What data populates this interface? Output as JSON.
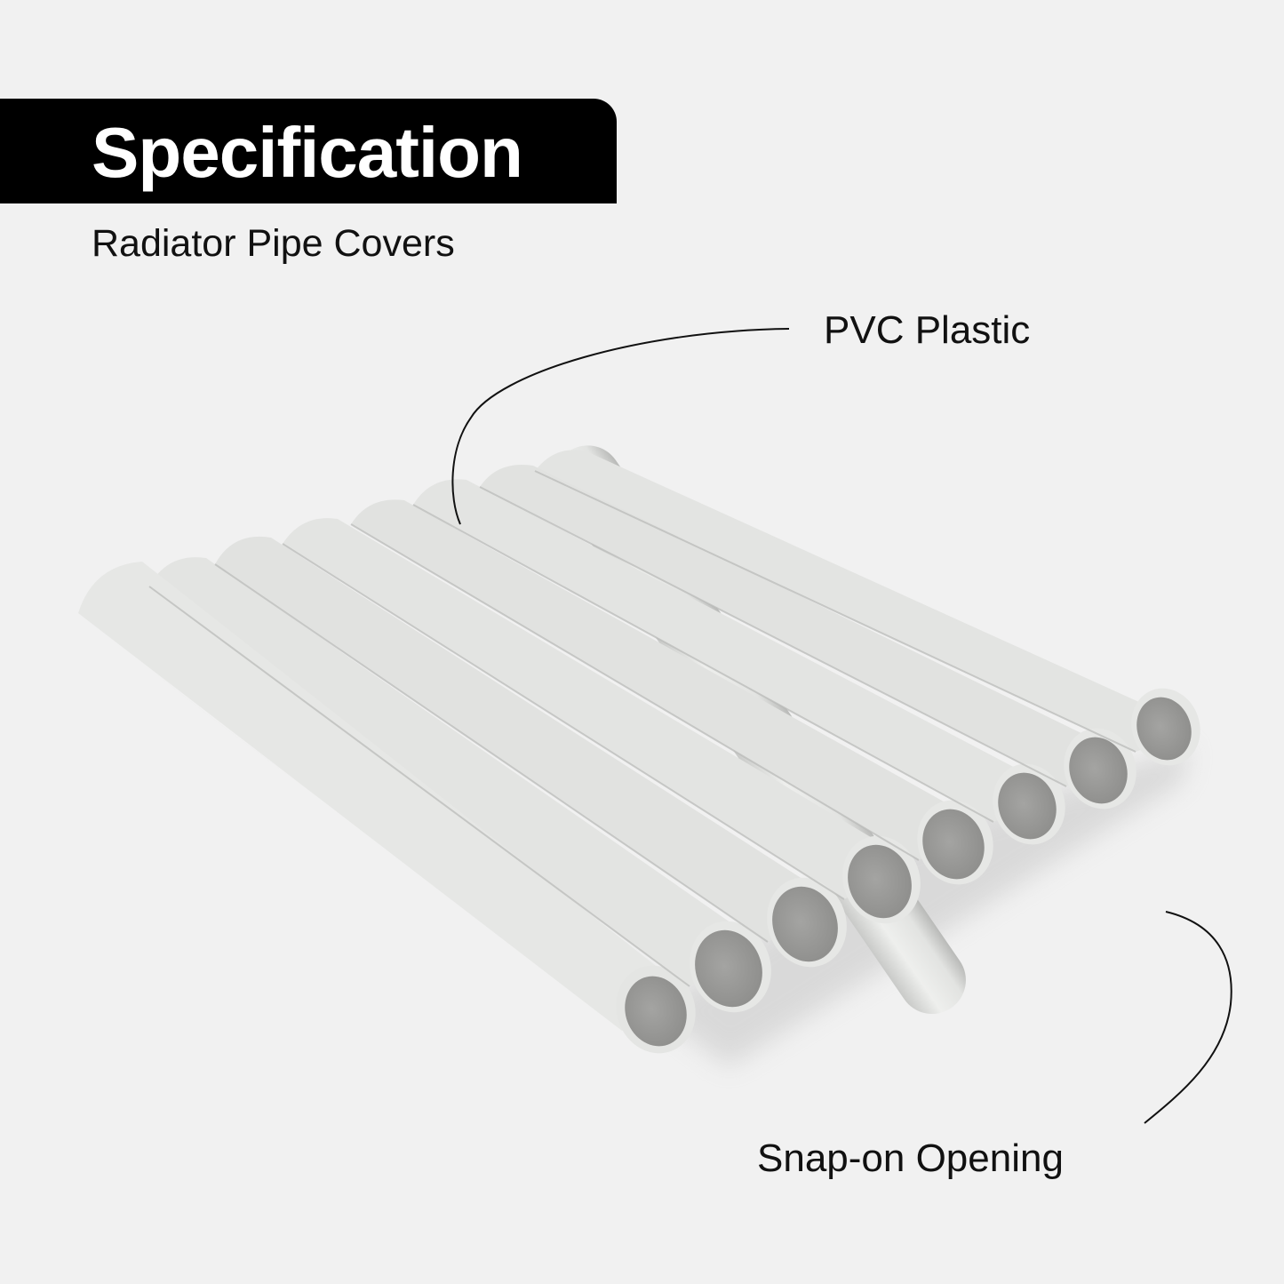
{
  "header": {
    "title": "Specification",
    "subtitle": "Radiator Pipe Covers"
  },
  "callouts": [
    {
      "label": "PVC Plastic",
      "target": "tube-surface"
    },
    {
      "label": "Snap-on Opening",
      "target": "tube-opening"
    }
  ],
  "product": {
    "name": "Radiator Pipe Covers",
    "tube_count": 8,
    "tube_color": "#e4e5e3",
    "opening_color": "#9a9a98"
  },
  "colors": {
    "background": "#f1f1f1",
    "banner": "#000000",
    "banner_text": "#ffffff",
    "text": "#111111"
  }
}
